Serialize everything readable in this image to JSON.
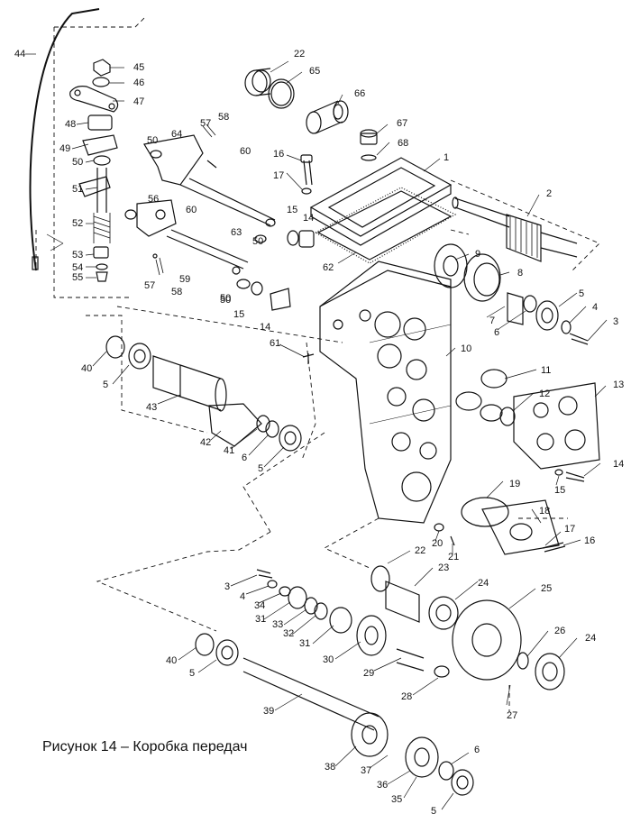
{
  "caption": "Рисунок 14 – Коробка передач",
  "callouts": [
    "44",
    "45",
    "46",
    "47",
    "48",
    "49",
    "50",
    "51",
    "52",
    "53",
    "54",
    "55",
    "57",
    "58",
    "50",
    "64",
    "60",
    "50",
    "56",
    "60",
    "63",
    "50",
    "57",
    "58",
    "59",
    "50",
    "15",
    "14",
    "22",
    "65",
    "66",
    "67",
    "68",
    "16",
    "17",
    "15",
    "14",
    "1",
    "2",
    "62",
    "9",
    "8",
    "7",
    "6",
    "5",
    "4",
    "3",
    "61",
    "10",
    "11",
    "12",
    "13",
    "40",
    "5",
    "43",
    "42",
    "41",
    "6",
    "5",
    "14",
    "15",
    "19",
    "18",
    "17",
    "16",
    "20",
    "21",
    "22",
    "23",
    "24",
    "25",
    "3",
    "4",
    "34",
    "31",
    "33",
    "32",
    "31",
    "30",
    "29",
    "28",
    "26",
    "24",
    "27",
    "40",
    "5",
    "39",
    "38",
    "37",
    "36",
    "35",
    "6",
    "5"
  ]
}
